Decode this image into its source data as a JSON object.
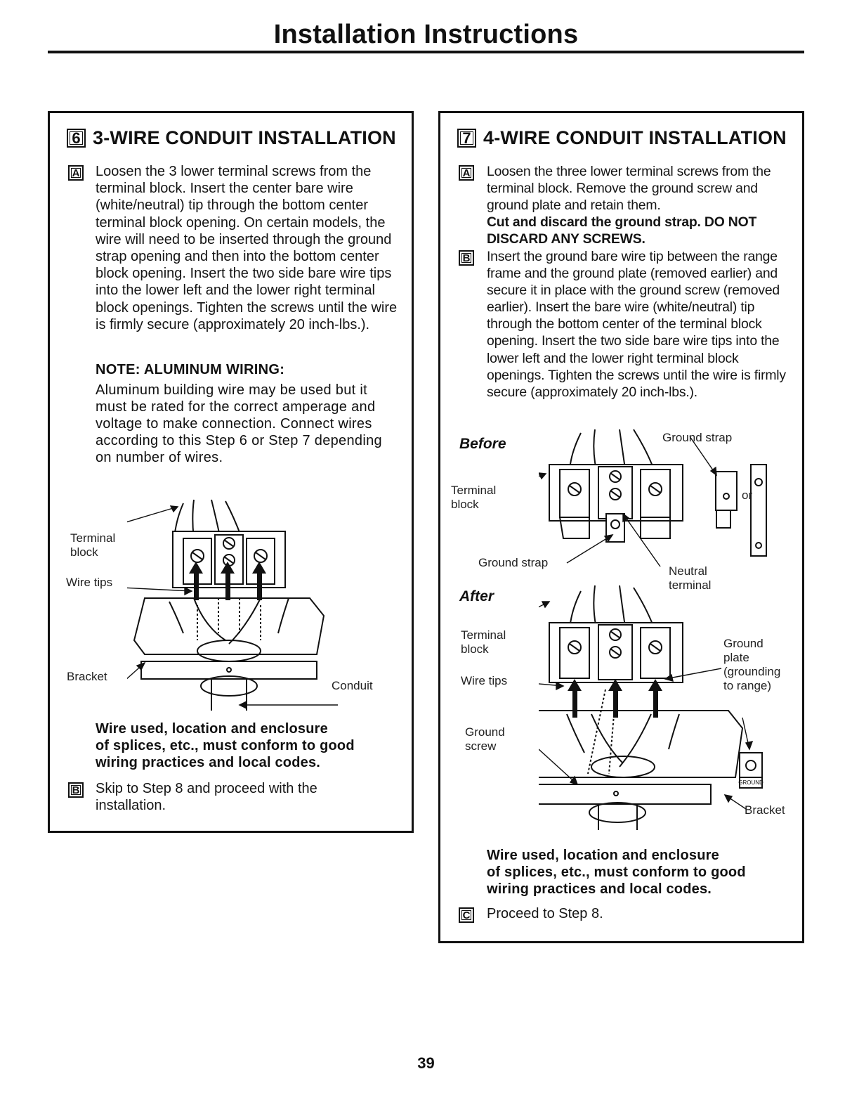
{
  "header": {
    "title": "Installation Instructions"
  },
  "section6": {
    "step": "6",
    "title": "3-WIRE CONDUIT INSTALLATION",
    "items": [
      {
        "letter": "A",
        "text": "Loosen the 3 lower terminal screws from the terminal block. Insert the center bare wire (white/neutral) tip through the bottom center terminal block opening. On certain models, the wire will need to be inserted through the ground strap opening and then into the bottom center block opening. Insert the two side bare wire tips into the lower left and the lower right terminal block openings. Tighten the screws until the wire is firmly secure (approximately 20 inch-lbs.)."
      },
      {
        "letter": "B",
        "text": "Skip to Step 8 and proceed with the installation."
      }
    ],
    "note_heading": "NOTE: ALUMINUM WIRING:",
    "note_text": "Aluminum building wire may be used but it must be rated for the correct amperage and voltage to make connection. Connect wires according to this Step 6 or Step 7 depending on number of wires.",
    "figure_labels": {
      "terminal_block": [
        "Terminal",
        "block"
      ],
      "wire_tips": "Wire tips",
      "bracket": "Bracket",
      "conduit": "Conduit"
    },
    "warning": [
      "Wire used, location and enclosure",
      "of splices, etc., must conform to good",
      "wiring practices and local codes."
    ]
  },
  "section7": {
    "step": "7",
    "title": "4-WIRE CONDUIT INSTALLATION",
    "items": [
      {
        "letter": "A",
        "text": "Loosen the three lower terminal screws from the terminal block. Remove the ground screw and ground plate and retain them.",
        "bold": "Cut and discard the ground strap. DO NOT DISCARD ANY SCREWS."
      },
      {
        "letter": "B",
        "text": "Insert the ground bare wire tip between the range frame and the ground plate (removed earlier) and secure it in place with the ground screw (removed earlier). Insert the bare wire (white/neutral) tip through the bottom center of the terminal block opening. Insert the two side bare wire tips into the lower left and the lower right terminal block openings. Tighten the screws until the wire is firmly secure (approximately 20 inch-lbs.)."
      },
      {
        "letter": "C",
        "text": "Proceed to Step 8."
      }
    ],
    "figure_labels": {
      "before": "Before",
      "after": "After",
      "terminal_block": [
        "Terminal",
        "block"
      ],
      "ground_strap": "Ground strap",
      "ground_strap_top": "Ground strap",
      "or": "or",
      "neutral_terminal": [
        "Neutral",
        "terminal"
      ],
      "ground_plate": [
        "Ground",
        "plate",
        "(grounding",
        "to range)"
      ],
      "wire_tips": "Wire tips",
      "ground_screw": [
        "Ground",
        "screw"
      ],
      "bracket": "Bracket",
      "ground_tag": "GROUND"
    },
    "warning": [
      "Wire used, location and enclosure",
      "of splices, etc., must conform to good",
      "wiring practices and local codes."
    ]
  },
  "footer": {
    "page_number": "39"
  }
}
